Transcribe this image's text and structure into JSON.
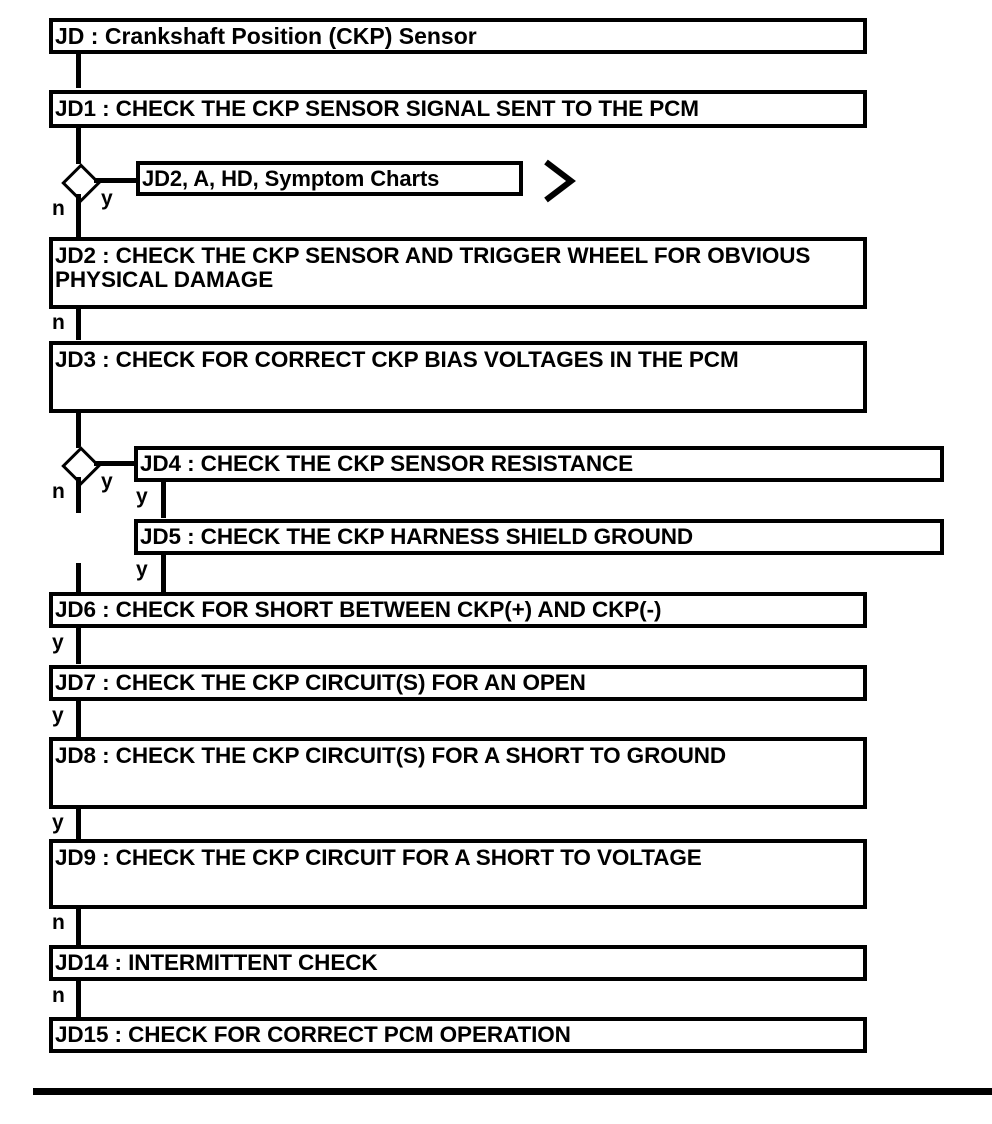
{
  "document": {
    "kind": "diagnostic-flowchart",
    "title": "JD : Crankshaft Position (CKP) Sensor",
    "ink_color": "#000000",
    "paper_color": "#ffffff"
  },
  "nodes": {
    "title": "JD : Crankshaft Position (CKP) Sensor",
    "jd1": "JD1 : CHECK THE CKP SENSOR SIGNAL SENT TO THE PCM",
    "ref1": "JD2, A, HD, Symptom Charts",
    "jd2": "JD2 : CHECK THE CKP SENSOR AND TRIGGER WHEEL FOR OBVIOUS PHYSICAL DAMAGE",
    "jd3": "JD3 : CHECK FOR CORRECT CKP BIAS VOLTAGES IN THE PCM",
    "jd4": "JD4 : CHECK THE CKP SENSOR RESISTANCE",
    "jd5": "JD5 : CHECK THE CKP HARNESS SHIELD GROUND",
    "jd6": "JD6 : CHECK FOR SHORT BETWEEN CKP(+) AND CKP(-)",
    "jd7": "JD7 : CHECK THE CKP CIRCUIT(S) FOR AN OPEN",
    "jd8": "JD8 : CHECK THE CKP CIRCUIT(S) FOR A SHORT TO GROUND",
    "jd9": "JD9 : CHECK THE CKP CIRCUIT FOR A SHORT TO VOLTAGE",
    "jd14": "JD14 : INTERMITTENT CHECK",
    "jd15": "JD15 : CHECK FOR CORRECT PCM OPERATION"
  },
  "branch_labels": {
    "d1_no": "n",
    "d1_yes": "y",
    "jd2_no": "n",
    "d2_no": "n",
    "d2_yes": "y",
    "jd4_yes": "y",
    "jd5_yes": "y",
    "jd6_yes": "y",
    "jd7_yes": "y",
    "jd8_yes": "y",
    "jd9_no": "n",
    "jd14_no": "n"
  },
  "flow": {
    "edges": [
      {
        "from": "title",
        "to": "jd1",
        "label": ""
      },
      {
        "from": "jd1",
        "to": "decision-1",
        "label": ""
      },
      {
        "from": "decision-1",
        "to": "ref1",
        "label": "y"
      },
      {
        "from": "decision-1",
        "to": "jd2",
        "label": "n"
      },
      {
        "from": "jd2",
        "to": "jd3",
        "label": "n"
      },
      {
        "from": "jd3",
        "to": "decision-2",
        "label": ""
      },
      {
        "from": "decision-2",
        "to": "jd4",
        "label": "y"
      },
      {
        "from": "decision-2",
        "to": "jd6",
        "label": "n"
      },
      {
        "from": "jd4",
        "to": "jd5",
        "label": "y"
      },
      {
        "from": "jd5",
        "to": "jd6",
        "label": "y"
      },
      {
        "from": "jd6",
        "to": "jd7",
        "label": "y"
      },
      {
        "from": "jd7",
        "to": "jd8",
        "label": "y"
      },
      {
        "from": "jd8",
        "to": "jd9",
        "label": "y"
      },
      {
        "from": "jd9",
        "to": "jd14",
        "label": "n"
      },
      {
        "from": "jd14",
        "to": "jd15",
        "label": "n"
      }
    ]
  }
}
